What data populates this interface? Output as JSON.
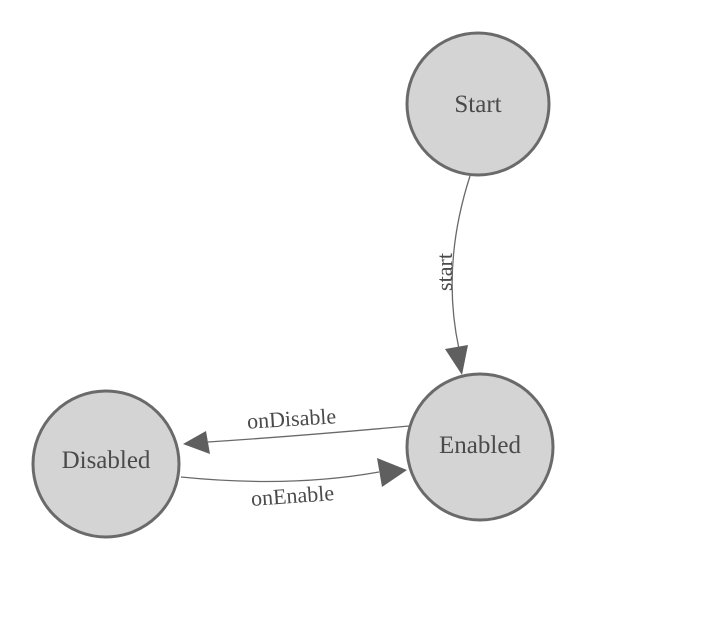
{
  "diagram": {
    "type": "state-machine",
    "colors": {
      "background": "#ffffff",
      "node_fill": "#d4d4d4",
      "node_stroke": "#6a6a6a",
      "edge_stroke": "#696969",
      "arrowhead_fill": "#5f5f5f",
      "label_text": "#4a4a4a"
    },
    "nodes": [
      {
        "id": "start",
        "label": "Start"
      },
      {
        "id": "enabled",
        "label": "Enabled"
      },
      {
        "id": "disabled",
        "label": "Disabled"
      }
    ],
    "edges": [
      {
        "from": "start",
        "to": "enabled",
        "label": "start"
      },
      {
        "from": "enabled",
        "to": "disabled",
        "label": "onDisable"
      },
      {
        "from": "disabled",
        "to": "enabled",
        "label": "onEnable"
      }
    ]
  }
}
